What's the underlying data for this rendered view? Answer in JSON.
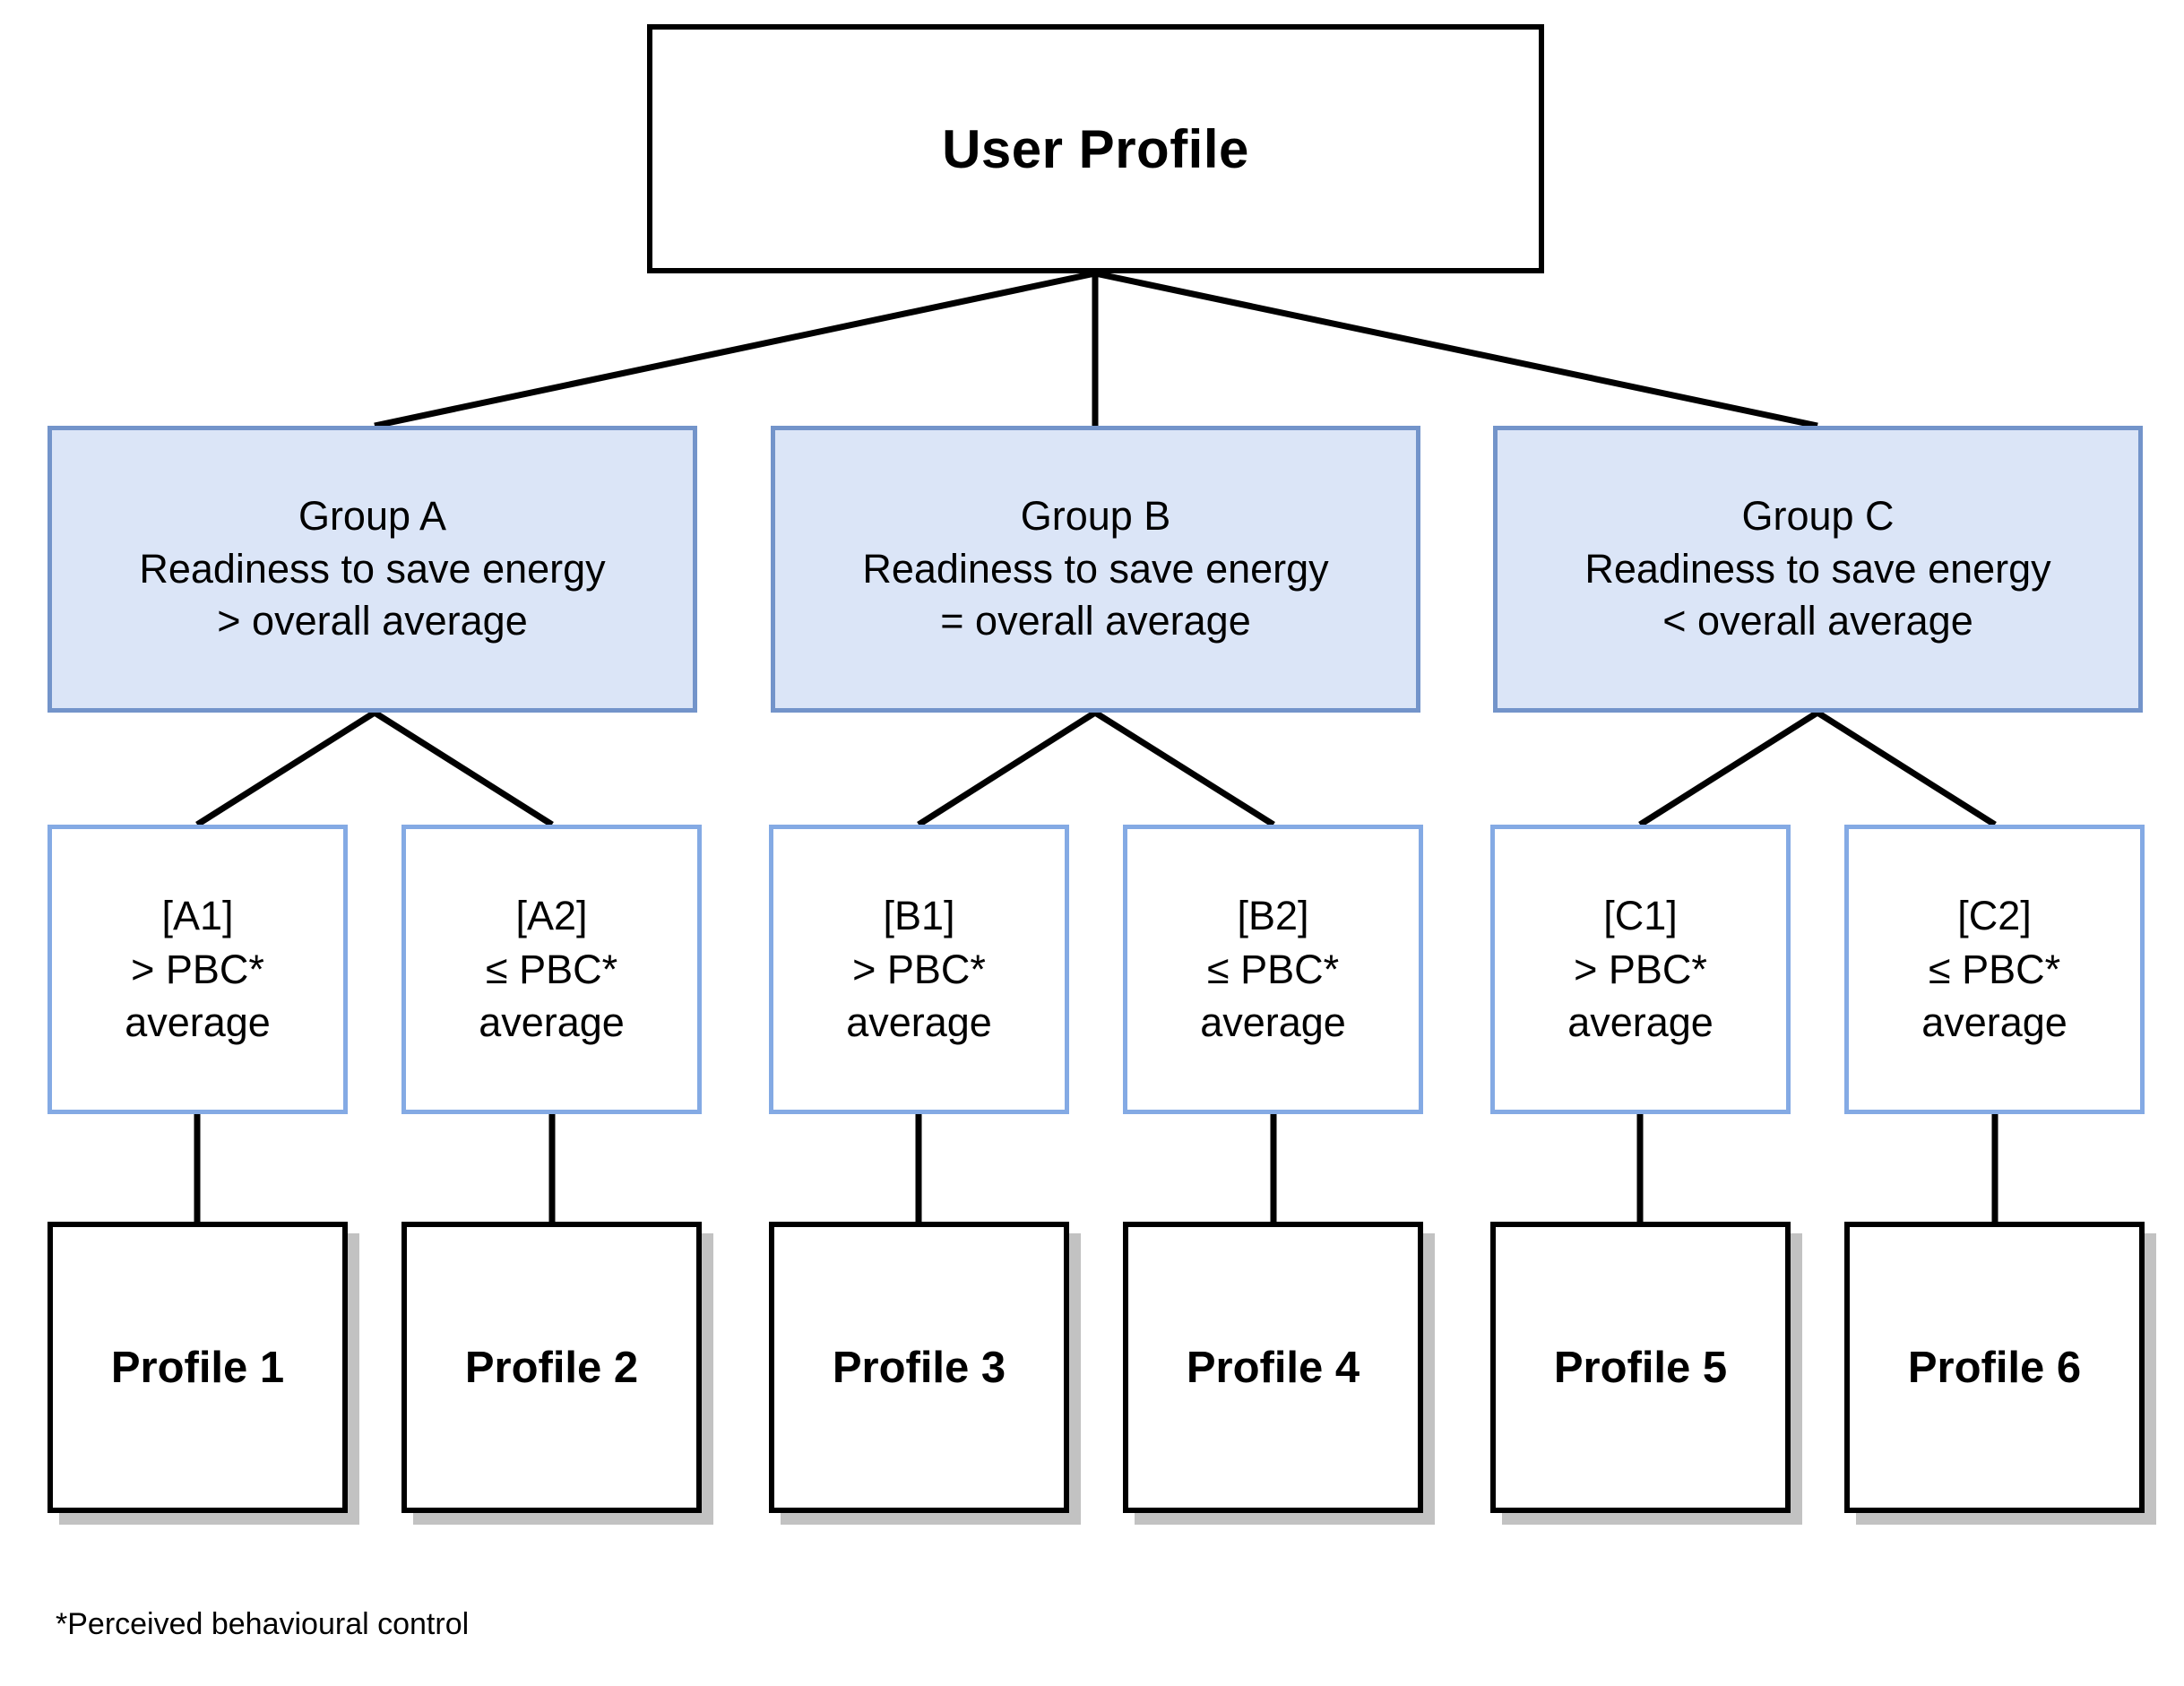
{
  "diagram": {
    "title_box": {
      "label": "User Profile"
    },
    "groups": [
      {
        "id": "group-a",
        "name": "Group A",
        "criterion_line1": "Readiness to save energy",
        "criterion_line2": "> overall average"
      },
      {
        "id": "group-b",
        "name": "Group B",
        "criterion_line1": "Readiness to save energy",
        "criterion_line2": "= overall average"
      },
      {
        "id": "group-c",
        "name": "Group C",
        "criterion_line1": "Readiness to save energy",
        "criterion_line2": "< overall average"
      }
    ],
    "subgroups": [
      {
        "id": "sub-a1",
        "code": "[A1]",
        "condition": "> PBC*",
        "unit": "average"
      },
      {
        "id": "sub-a2",
        "code": "[A2]",
        "condition": "≤ PBC*",
        "unit": "average"
      },
      {
        "id": "sub-b1",
        "code": "[B1]",
        "condition": "> PBC*",
        "unit": "average"
      },
      {
        "id": "sub-b2",
        "code": "[B2]",
        "condition": "≤ PBC*",
        "unit": "average"
      },
      {
        "id": "sub-c1",
        "code": "[C1]",
        "condition": "> PBC*",
        "unit": "average"
      },
      {
        "id": "sub-c2",
        "code": "[C2]",
        "condition": "≤ PBC*",
        "unit": "average"
      }
    ],
    "profiles": [
      {
        "id": "profile-1",
        "label": "Profile 1"
      },
      {
        "id": "profile-2",
        "label": "Profile 2"
      },
      {
        "id": "profile-3",
        "label": "Profile 3"
      },
      {
        "id": "profile-4",
        "label": "Profile 4"
      },
      {
        "id": "profile-5",
        "label": "Profile 5"
      },
      {
        "id": "profile-6",
        "label": "Profile 6"
      }
    ],
    "footnote": "*Perceived behavioural control",
    "colors": {
      "group_fill": "#dbe5f7",
      "group_border": "#7394ca",
      "sub_border": "#84aae4",
      "box_border": "#000000",
      "shadow": "#c2c2c2",
      "background": "#ffffff"
    }
  }
}
